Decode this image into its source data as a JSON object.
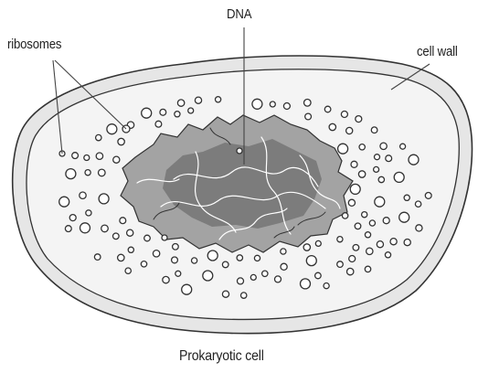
{
  "diagram": {
    "labels": {
      "dna": "DNA",
      "ribosomes": "ribosomes",
      "cell_wall": "cell wall"
    },
    "caption": "Prokaryotic cell"
  },
  "colors": {
    "outline": "#333333",
    "cell_wall_fill": "#e6e6e6",
    "cytoplasm_fill": "#f4f4f4",
    "nucleoid_dark": "#7c7c7c",
    "nucleoid_mid": "#a3a3a3",
    "dna_strand": "#ffffff",
    "ribosome_fill": "#ffffff"
  }
}
